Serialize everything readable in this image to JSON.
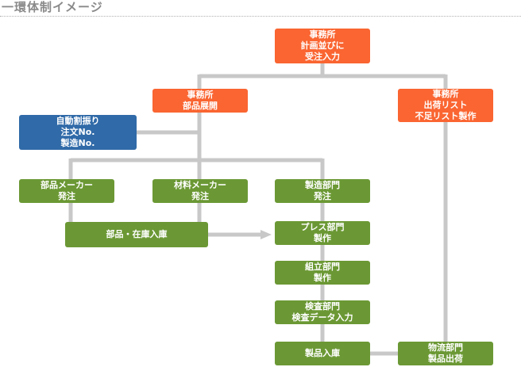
{
  "header": {
    "title": "一環体制イメージ"
  },
  "colors": {
    "office": "#fa6531",
    "dept": "#6b9834",
    "auto": "#306aa8",
    "connector": "#c8c8c8"
  },
  "nodes": {
    "planning": {
      "lines": [
        "事務所",
        "計画並びに",
        "受注入力"
      ]
    },
    "parts_expand": {
      "lines": [
        "事務所",
        "部品展開"
      ]
    },
    "shipping_office": {
      "lines": [
        "事務所",
        "出荷リスト",
        "不足リスト製作"
      ]
    },
    "auto_assign": {
      "lines": [
        "自動割振り",
        "注文No.",
        "製造No."
      ]
    },
    "parts_maker": {
      "lines": [
        "部品メーカー",
        "発注"
      ]
    },
    "material_maker": {
      "lines": [
        "材料メーカー",
        "発注"
      ]
    },
    "manufacturing": {
      "lines": [
        "製造部門",
        "発注"
      ]
    },
    "parts_stock": {
      "lines": [
        "部品・在庫入庫"
      ]
    },
    "press": {
      "lines": [
        "プレス部門",
        "製作"
      ]
    },
    "assembly": {
      "lines": [
        "組立部門",
        "製作"
      ]
    },
    "inspection": {
      "lines": [
        "検査部門",
        "検査データ入力"
      ]
    },
    "product_in": {
      "lines": [
        "製品入庫"
      ]
    },
    "logistics": {
      "lines": [
        "物流部門",
        "製品出荷"
      ]
    }
  }
}
